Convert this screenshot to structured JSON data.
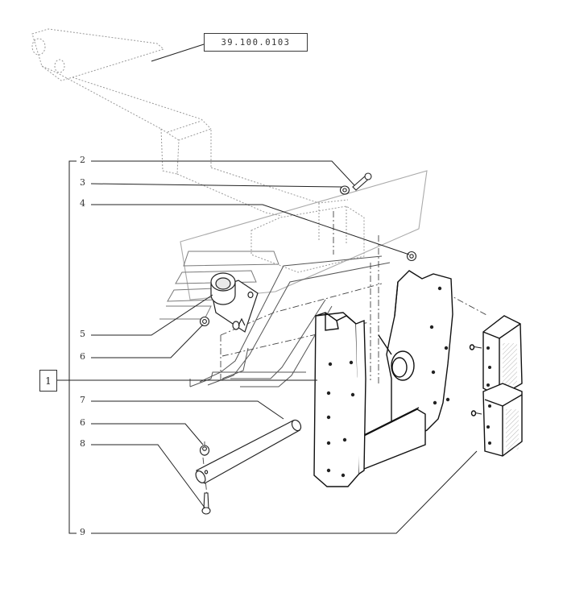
{
  "diagram": {
    "reference_code": "39.100.0103",
    "assembly_number": "1",
    "callouts": [
      {
        "id": "c2",
        "label": "2"
      },
      {
        "id": "c3",
        "label": "3"
      },
      {
        "id": "c4",
        "label": "4"
      },
      {
        "id": "c5",
        "label": "5"
      },
      {
        "id": "c6a",
        "label": "6"
      },
      {
        "id": "c7",
        "label": "7"
      },
      {
        "id": "c6b",
        "label": "6"
      },
      {
        "id": "c8",
        "label": "8"
      },
      {
        "id": "c9",
        "label": "9"
      }
    ]
  }
}
